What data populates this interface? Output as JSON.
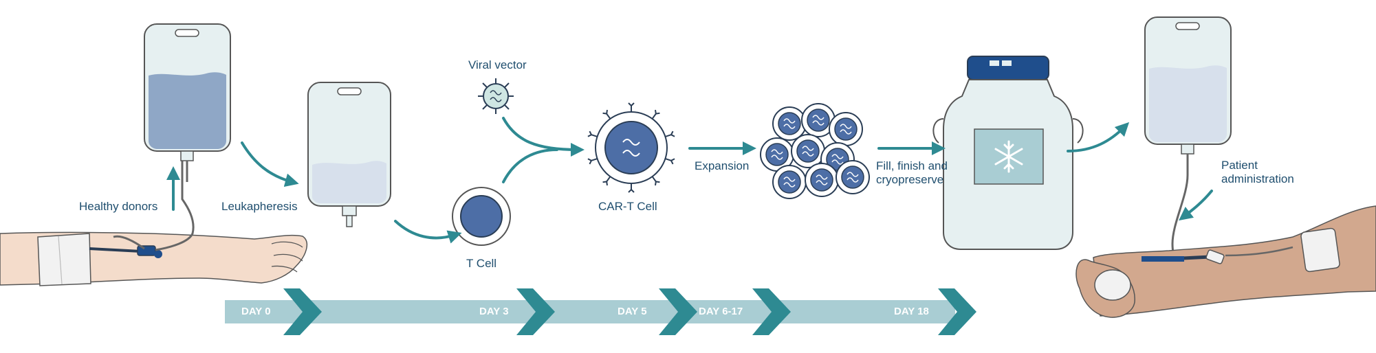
{
  "labels": {
    "healthy_donors": "Healthy donors",
    "leukapheresis": "Leukapheresis",
    "viral_vector": "Viral vector",
    "t_cell": "T Cell",
    "car_t_cell": "CAR-T Cell",
    "expansion": "Expansion",
    "fill_finish_line1": "Fill, finish and",
    "fill_finish_line2": "cryopreserve",
    "patient_admin_line1": "Patient",
    "patient_admin_line2": "administration"
  },
  "timeline": {
    "days": [
      "DAY 0",
      "DAY 3",
      "DAY 5",
      "DAY 6-17",
      "DAY 18"
    ]
  },
  "colors": {
    "teal": "#2e8a92",
    "timeline_band": "#a9cdd3",
    "timeline_arrow": "#2e8a92",
    "bag_fill": "#e6f0f1",
    "blood": "#8fa7c6",
    "cell_blue": "#4d6ea6",
    "navy": "#1f4e8c",
    "skin": "#f4dccb",
    "dark_skin": "#d2a88e",
    "label_text": "#1f4e6e"
  },
  "icons": [
    "iv-bag-icon",
    "arm-icon",
    "viral-vector-icon",
    "t-cell-icon",
    "car-t-cell-icon",
    "cell-cluster-icon",
    "cryo-container-icon",
    "snowflake-icon",
    "hand-icon"
  ]
}
